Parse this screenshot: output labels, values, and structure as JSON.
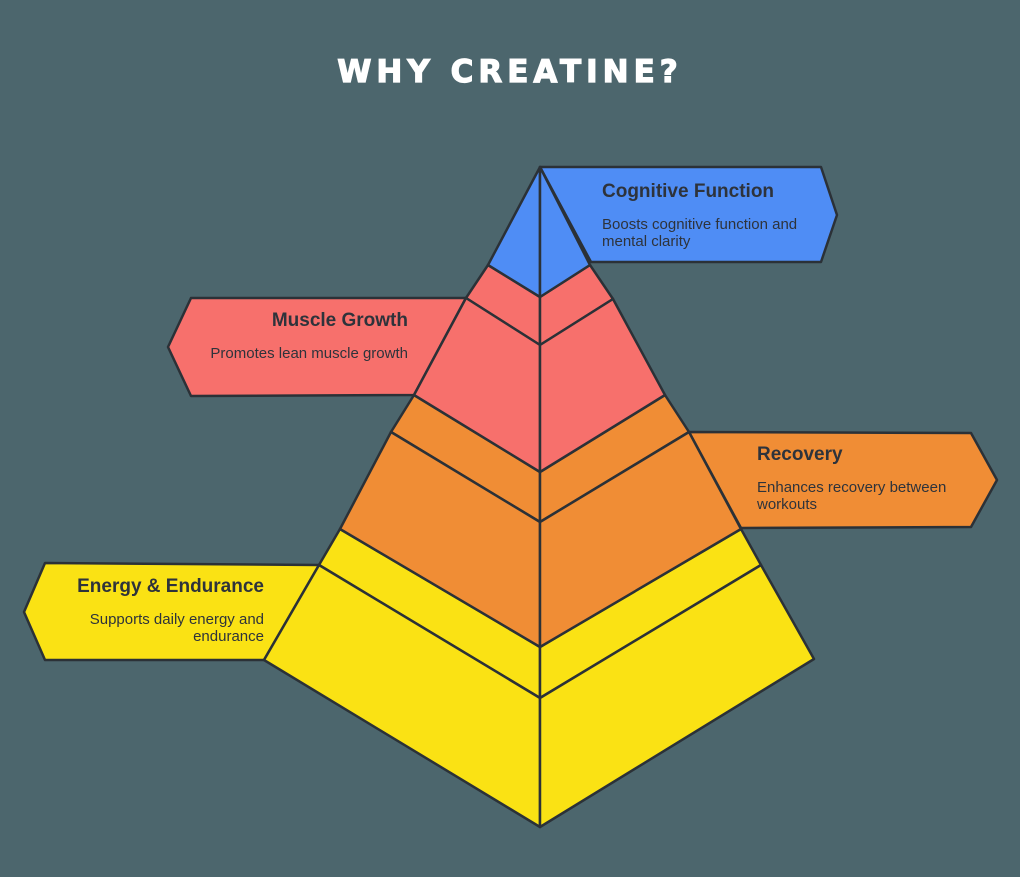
{
  "title": "WHY CREATINE?",
  "levels": [
    {
      "rank": 1,
      "label": "Cognitive Function",
      "description": "Boosts cognitive function and mental clarity",
      "description_lines": [
        "Boosts cognitive function and",
        "mental clarity"
      ],
      "color": "#4f8df5",
      "banner_side": "right"
    },
    {
      "rank": 2,
      "label": "Muscle Growth",
      "description": "Promotes lean muscle growth",
      "description_lines": [
        "Promotes lean muscle growth"
      ],
      "color": "#f7706c",
      "banner_side": "left"
    },
    {
      "rank": 3,
      "label": "Recovery",
      "description": "Enhances recovery between workouts",
      "description_lines": [
        "Enhances recovery between",
        "workouts"
      ],
      "color": "#f08d35",
      "banner_side": "right"
    },
    {
      "rank": 4,
      "label": "Energy & Endurance",
      "description": "Supports daily energy and endurance",
      "description_lines": [
        "Supports daily energy and",
        "endurance"
      ],
      "color": "#fae214",
      "banner_side": "left"
    }
  ],
  "colors": {
    "background": "#4c666d",
    "outline": "#2b3137",
    "text": "#2e333b",
    "title_text": "#ffffff"
  }
}
